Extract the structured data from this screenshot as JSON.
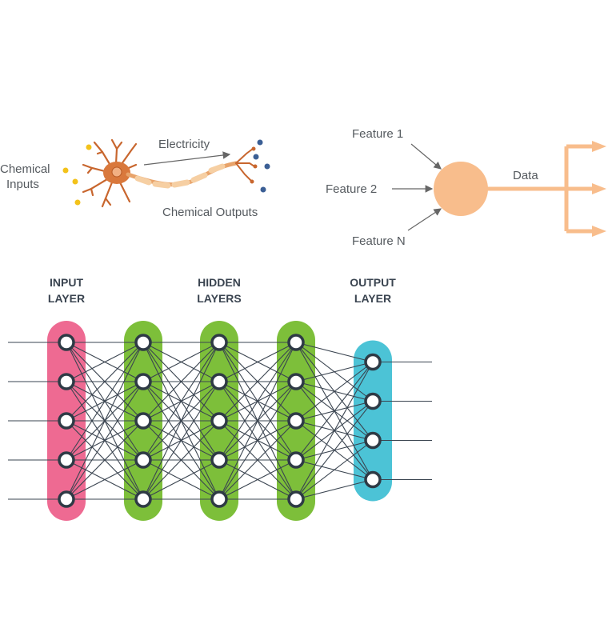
{
  "neuron": {
    "inputs_label_line1": "Chemical",
    "inputs_label_line2": "Inputs",
    "electricity_label": "Electricity",
    "outputs_label": "Chemical Outputs"
  },
  "perceptron": {
    "feature_1": "Feature 1",
    "feature_2": "Feature 2",
    "feature_n": "Feature N",
    "data_label": "Data"
  },
  "network": {
    "input_title_1": "INPUT",
    "input_title_2": "LAYER",
    "hidden_title_1": "HIDDEN",
    "hidden_title_2": "LAYERS",
    "output_title_1": "OUTPUT",
    "output_title_2": "LAYER",
    "layers": [
      {
        "kind": "input",
        "nodes": 5
      },
      {
        "kind": "hidden",
        "nodes": 5
      },
      {
        "kind": "hidden",
        "nodes": 5
      },
      {
        "kind": "hidden",
        "nodes": 5
      },
      {
        "kind": "output",
        "nodes": 4
      }
    ]
  },
  "colors": {
    "input_layer": "#ee6a92",
    "hidden_layer": "#7dbf3a",
    "output_layer": "#4cc3d6",
    "perceptron_orange": "#f8bd8c",
    "node_ring": "#2e3a45",
    "edge": "#3a4450",
    "input_dot": "#f3c21a",
    "output_dot": "#3b5f95",
    "axon": "#e8a36a",
    "neuron_body": "#d9783c"
  }
}
